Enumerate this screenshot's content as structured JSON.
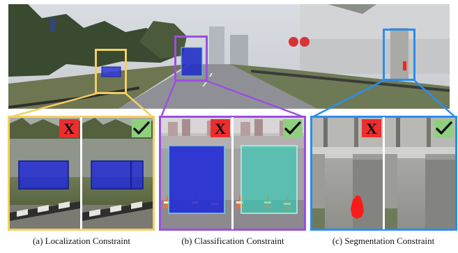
{
  "figure": {
    "colors": {
      "localization": "#f2cf63",
      "classification": "#9a4fe0",
      "segmentation": "#2a8df0",
      "wrong_badge": "#ee2d2d",
      "correct_badge": "#8fd07f",
      "detection_blue": "#1f2ad8",
      "detection_cyan": "#2fd0b8",
      "mask_red": "#ff1a1a"
    },
    "badges": {
      "wrong_glyph": "X",
      "correct_icon": "checkmark-icon"
    },
    "captions": {
      "localization": "(a) Localization Constraint",
      "classification": "(b) Classification Constraint",
      "segmentation": "(c) Segmentation Constraint"
    }
  }
}
